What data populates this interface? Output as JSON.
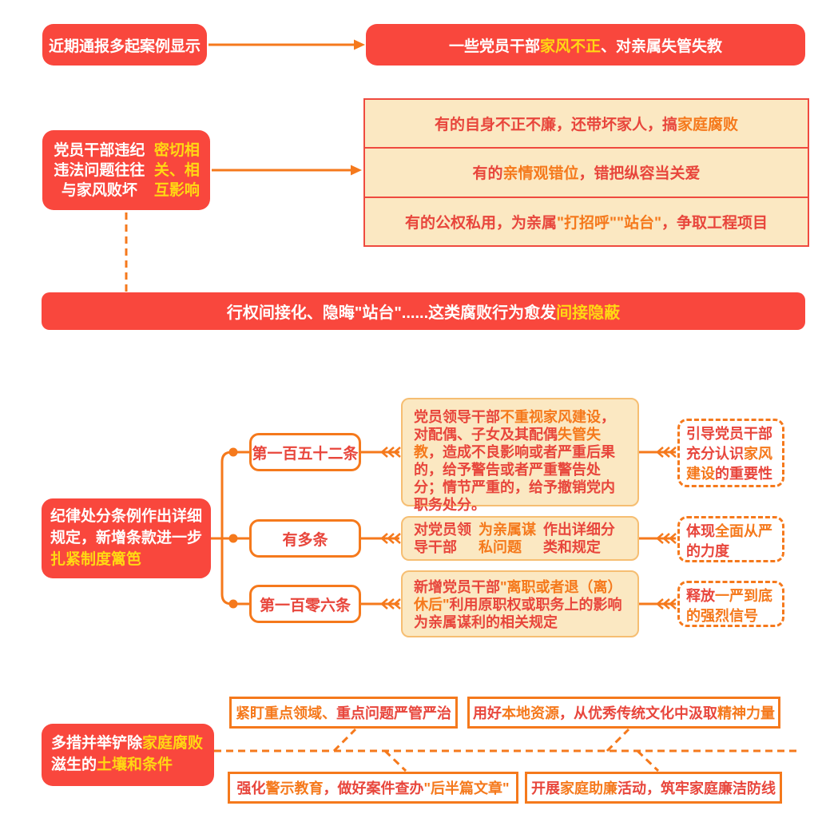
{
  "colors": {
    "red_fill": "#F9473D",
    "red_text": "#E8463C",
    "orange": "#F5791C",
    "yellow": "#FFD813",
    "cream": "#FBE8C2",
    "cream_border": "#F6BE72",
    "panel_border": "#EF4A3F",
    "white": "#FFFFFF"
  },
  "section1": {
    "source": {
      "segments": [
        {
          "t": "近期通报多起案例显示",
          "c": "w"
        }
      ]
    },
    "result": {
      "segments": [
        {
          "t": "一些党员干部",
          "c": "w"
        },
        {
          "t": "家风不正",
          "c": "y"
        },
        {
          "t": "、对亲属失管失教",
          "c": "w"
        }
      ]
    }
  },
  "section2": {
    "cause": {
      "segments": [
        {
          "t": "党员干部违纪违法问题往往与家风败坏",
          "c": "w"
        },
        {
          "t": "密切相关、相互影响",
          "c": "y"
        }
      ]
    },
    "examples": [
      {
        "segments": [
          {
            "t": "有的自身不正不廉，还带坏家人，搞",
            "c": "r"
          },
          {
            "t": "家庭腐败",
            "c": "o"
          }
        ]
      },
      {
        "segments": [
          {
            "t": "有的",
            "c": "r"
          },
          {
            "t": "亲情观错位",
            "c": "o"
          },
          {
            "t": "，错把纵容当关爱",
            "c": "r"
          }
        ]
      },
      {
        "segments": [
          {
            "t": "有的公权私用，为亲属",
            "c": "r"
          },
          {
            "t": "\"打招呼\"\"站台\"",
            "c": "o"
          },
          {
            "t": "，争取工程项目",
            "c": "r"
          }
        ]
      }
    ]
  },
  "section3": {
    "banner": {
      "segments": [
        {
          "t": "行权间接化、隐晦\"站台\"......这类腐败行为愈发",
          "c": "w"
        },
        {
          "t": "间接隐蔽",
          "c": "y"
        }
      ]
    }
  },
  "section4": {
    "intro": {
      "segments": [
        {
          "t": "纪律处分条例作出详细规定，新增条款进一步",
          "c": "w"
        },
        {
          "t": "扎紧制度篱笆",
          "c": "y"
        }
      ]
    },
    "rows": [
      {
        "clause": {
          "segments": [
            {
              "t": "第一百五十二条",
              "c": "r"
            }
          ]
        },
        "detail": {
          "segments": [
            {
              "t": "党员领导干部",
              "c": "r"
            },
            {
              "t": "不重视家风建设",
              "c": "o"
            },
            {
              "t": "，对配偶、子女及其配偶",
              "c": "r"
            },
            {
              "t": "失管失教",
              "c": "o"
            },
            {
              "t": "，造成不良影响或者严重后果的，给予警告或者严重警告处分；情节严重的，给予撤销党内职务处分。",
              "c": "r"
            }
          ]
        },
        "takeaway": {
          "segments": [
            {
              "t": "引导党员干部充分认识",
              "c": "r"
            },
            {
              "t": "家风建设",
              "c": "o"
            },
            {
              "t": "的重要性",
              "c": "r"
            }
          ]
        }
      },
      {
        "clause": {
          "segments": [
            {
              "t": "有多条",
              "c": "r"
            }
          ]
        },
        "detail": {
          "segments": [
            {
              "t": "对党员领导干部",
              "c": "r"
            },
            {
              "t": "为亲属谋私问题",
              "c": "o"
            },
            {
              "t": "作出详细分类和规定",
              "c": "r"
            }
          ]
        },
        "takeaway": {
          "segments": [
            {
              "t": "体现",
              "c": "r"
            },
            {
              "t": "全面从严",
              "c": "o"
            },
            {
              "t": "的力度",
              "c": "r"
            }
          ]
        }
      },
      {
        "clause": {
          "segments": [
            {
              "t": "第一百零六条",
              "c": "r"
            }
          ]
        },
        "detail": {
          "segments": [
            {
              "t": "新增党员干部",
              "c": "r"
            },
            {
              "t": "\"离职或者退（离）休后\"",
              "c": "o"
            },
            {
              "t": "利用原职权或职务上的影响为亲属谋利的相关规定",
              "c": "r"
            }
          ]
        },
        "takeaway": {
          "segments": [
            {
              "t": "释放",
              "c": "r"
            },
            {
              "t": "一严到底的强烈信号",
              "c": "o"
            }
          ]
        }
      }
    ]
  },
  "section5": {
    "theme": {
      "segments": [
        {
          "t": "多措并举铲除",
          "c": "w"
        },
        {
          "t": "家庭腐败",
          "c": "y"
        },
        {
          "t": "滋生的",
          "c": "w"
        },
        {
          "t": "土壤和条件",
          "c": "y"
        }
      ]
    },
    "measures": [
      {
        "segments": [
          {
            "t": "紧盯重点领域、",
            "c": "o"
          },
          {
            "t": "重点问题严管严治",
            "c": "r"
          }
        ]
      },
      {
        "segments": [
          {
            "t": "用好",
            "c": "r"
          },
          {
            "t": "本地资源",
            "c": "o"
          },
          {
            "t": "，从优秀传统文化中汲取",
            "c": "r"
          },
          {
            "t": "精神力量",
            "c": "o"
          }
        ]
      },
      {
        "segments": [
          {
            "t": "强化",
            "c": "r"
          },
          {
            "t": "警示教育",
            "c": "o"
          },
          {
            "t": "，做好案件查办",
            "c": "r"
          },
          {
            "t": "\"后半篇文章\"",
            "c": "o"
          }
        ]
      },
      {
        "segments": [
          {
            "t": "开展",
            "c": "r"
          },
          {
            "t": "家庭助廉",
            "c": "o"
          },
          {
            "t": "活动，筑牢家庭廉洁防线",
            "c": "r"
          }
        ]
      }
    ]
  }
}
